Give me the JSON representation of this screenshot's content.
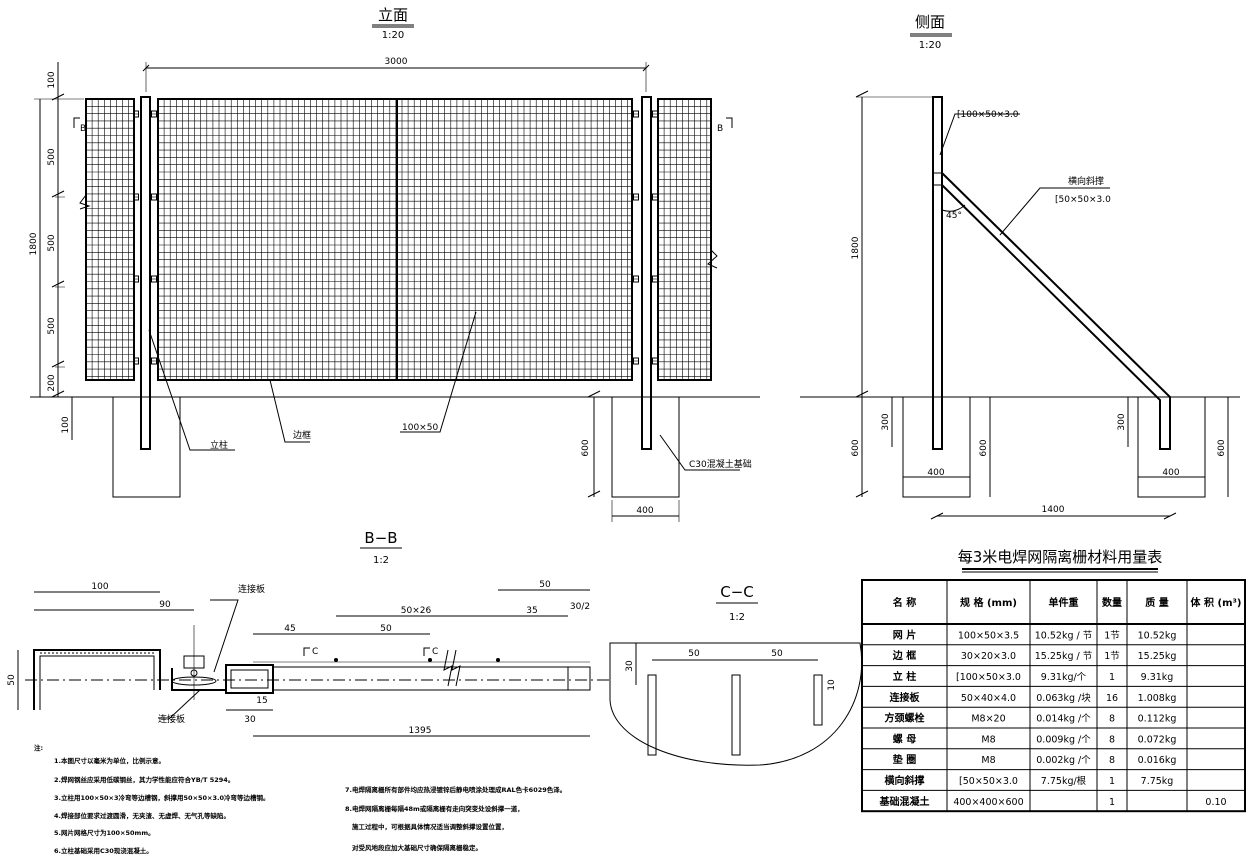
{
  "elevation": {
    "title": "立面",
    "scale": "1:20",
    "dims": {
      "top_100": "100",
      "width_3000": "3000",
      "h_1800": "1800",
      "seg1": "500",
      "seg2": "500",
      "seg3": "500",
      "seg4": "200",
      "below_100": "100",
      "foot_600": "600",
      "foot_400": "400"
    },
    "labels": {
      "post": "立柱",
      "frame": "边框",
      "mesh": "100×50",
      "foundation": "C30混凝土基础",
      "section_b_left": "B",
      "section_b_right": "B"
    }
  },
  "side": {
    "title": "侧面",
    "scale": "1:20",
    "labels": {
      "post_spec": "[100×50×3.0",
      "brace_name": "横向斜撑",
      "brace_spec": "[50×50×3.0",
      "angle": "45°"
    },
    "dims": {
      "h_1800": "1800",
      "left_300": "300",
      "left_600": "600",
      "left_600b": "600",
      "left_400": "400",
      "right_300": "300",
      "right_600": "600",
      "right_400": "400",
      "span_1400": "1400"
    }
  },
  "section_bb": {
    "title": "B−B",
    "scale": "1:2",
    "labels": {
      "plate_top": "连接板",
      "plate_bottom": "连接板",
      "c_left": "C",
      "c_right": "C"
    },
    "dims": {
      "d100": "100",
      "d90": "90",
      "d50_left": "50",
      "d45": "45",
      "d50_mid": "50",
      "d50x26": "50×26",
      "d35": "35",
      "d50_top": "50",
      "d30_2": "30/2",
      "d30": "30",
      "d15": "15",
      "d1395": "1395"
    }
  },
  "section_cc": {
    "title": "C−C",
    "scale": "1:2",
    "dims": {
      "d50a": "50",
      "d50b": "50",
      "d30": "30",
      "d10": "10"
    }
  },
  "notes": {
    "heading": "注:",
    "left": [
      "1.本图尺寸以毫米为单位，比例示意。",
      "2.焊网钢丝应采用低碳钢丝，其力学性能应符合YB/T 5294。",
      "3.立柱用100×50×3冷弯等边槽钢，斜撑用50×50×3.0冷弯等边槽钢。",
      "4.焊接部位要求过渡圆滑，无夹渣、无虚焊、无气孔等缺陷。",
      "5.网片网格尺寸为100×50mm。",
      "6.立柱基础采用C30现浇混凝土。"
    ],
    "right": [
      "7.电焊隔离栅所有部件均应热浸镀锌后静电喷涂处理成RAL色卡6029色泽。",
      "8.电焊网隔离栅每隔48m或隔离栅有走向突变处设斜撑一道，",
      "施工过程中，可根据具体情况适当调整斜撑设置位置，",
      "对受风地段应加大基础尺寸确保隔离栅稳定。"
    ]
  },
  "table": {
    "title": "每3米电焊网隔离栅材料用量表",
    "headers": [
      "名  称",
      "规  格 (mm)",
      "单件重",
      "数量",
      "质  量",
      "体  积 (m³)"
    ],
    "rows": [
      [
        "网  片",
        "100×50×3.5",
        "10.52kg / 节",
        "1节",
        "10.52kg",
        ""
      ],
      [
        "边  框",
        "30×20×3.0",
        "15.25kg / 节",
        "1节",
        "15.25kg",
        ""
      ],
      [
        "立  柱",
        "[100×50×3.0",
        "9.31kg/个",
        "1",
        "9.31kg",
        ""
      ],
      [
        "连接板",
        "50×40×4.0",
        "0.063kg /块",
        "16",
        "1.008kg",
        ""
      ],
      [
        "方颈螺栓",
        "M8×20",
        "0.014kg /个",
        "8",
        "0.112kg",
        ""
      ],
      [
        "螺  母",
        "M8",
        "0.009kg /个",
        "8",
        "0.072kg",
        ""
      ],
      [
        "垫  圈",
        "M8",
        "0.002kg /个",
        "8",
        "0.016kg",
        ""
      ],
      [
        "横向斜撑",
        "[50×50×3.0",
        "7.75kg/根",
        "1",
        "7.75kg",
        ""
      ],
      [
        "基础混凝土",
        "400×400×600",
        "",
        "1",
        "",
        "0.10"
      ]
    ]
  }
}
